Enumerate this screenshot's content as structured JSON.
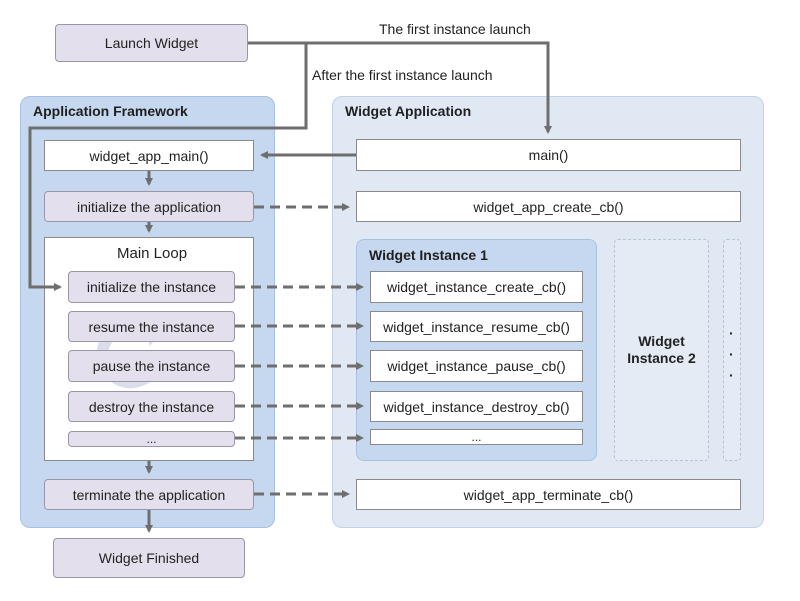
{
  "top": {
    "launch_widget": "Launch Widget",
    "first_launch_label": "The first instance launch",
    "after_first_launch_label": "After the first instance launch",
    "widget_finished": "Widget Finished"
  },
  "framework": {
    "title": "Application Framework",
    "app_main": "widget_app_main()",
    "initialize_app": "initialize  the application",
    "main_loop_title": "Main Loop",
    "loop_steps": [
      "initialize the instance",
      "resume the instance",
      "pause the instance",
      "destroy the instance",
      "..."
    ],
    "terminate_app": "terminate the application"
  },
  "widget_app": {
    "title": "Widget Application",
    "main": "main()",
    "create_cb": "widget_app_create_cb()",
    "instance1_title": "Widget Instance 1",
    "instance_callbacks": [
      "widget_instance_create_cb()",
      "widget_instance_resume_cb()",
      "widget_instance_pause_cb()",
      "widget_instance_destroy_cb()",
      "..."
    ],
    "instance2_line1": "Widget",
    "instance2_line2": "Instance 2",
    "more_dots": [
      "·",
      "·",
      "·"
    ],
    "terminate_cb": "widget_app_terminate_cb()"
  },
  "colors": {
    "framework_panel": "#c5d8ef",
    "widget_app_panel": "#e0e8f3",
    "step_box": "#e4dfec",
    "arrow": "#6e6e6e"
  }
}
